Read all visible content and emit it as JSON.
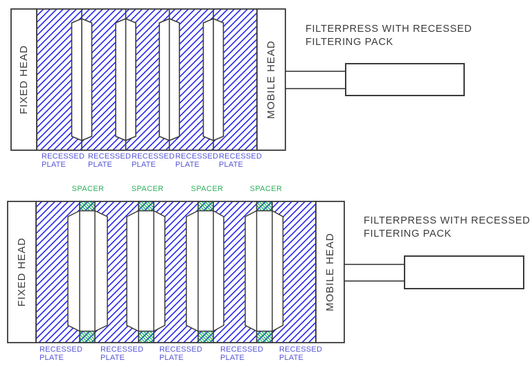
{
  "colors": {
    "line": "#3b3b3b",
    "hatch_blue": "#2424ee",
    "hatch_green": "#10b552",
    "plate_label_blue": "#5454d8",
    "spacer_label_green": "#2eb05c"
  },
  "diagrams": {
    "top": {
      "fixed_head_label": "FIXED HEAD",
      "mobile_head_label": "MOBILE HEAD",
      "caption_line1": "FILTERPRESS WITH RECESSED",
      "caption_line2": "FILTERING PACK",
      "plates": [
        {
          "line1": "RECESSED",
          "line2": "PLATE"
        },
        {
          "line1": "RECESSED",
          "line2": "PLATE"
        },
        {
          "line1": "RECESSED",
          "line2": "PLATE"
        },
        {
          "line1": "RECESSED",
          "line2": "PLATE"
        },
        {
          "line1": "RECESSED",
          "line2": "PLATE"
        }
      ]
    },
    "bottom": {
      "fixed_head_label": "FIXED HEAD",
      "mobile_head_label": "MOBILE HEAD",
      "caption_line1": "FILTERPRESS WITH RECESSED",
      "caption_line2": "FILTERING PACK",
      "spacers": [
        "SPACER",
        "SPACER",
        "SPACER",
        "SPACER"
      ],
      "plates": [
        {
          "line1": "RECESSED",
          "line2": "PLATE"
        },
        {
          "line1": "RECESSED",
          "line2": "PLATE"
        },
        {
          "line1": "RECESSED",
          "line2": "PLATE"
        },
        {
          "line1": "RECESSED",
          "line2": "PLATE"
        },
        {
          "line1": "RECESSED",
          "line2": "PLATE"
        }
      ]
    }
  }
}
